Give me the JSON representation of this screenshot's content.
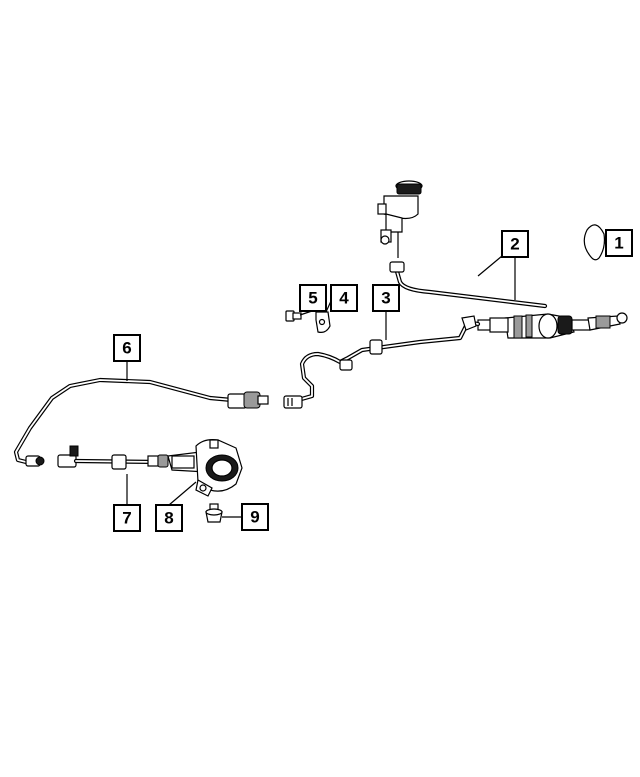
{
  "diagram": {
    "callouts": [
      {
        "number": "1",
        "part": "grease-packet"
      },
      {
        "number": "2",
        "part": "clutch-master-cylinder"
      },
      {
        "number": "3",
        "part": "hydraulic-line-primary"
      },
      {
        "number": "4",
        "part": "bracket"
      },
      {
        "number": "5",
        "part": "bolt"
      },
      {
        "number": "6",
        "part": "hydraulic-line-secondary"
      },
      {
        "number": "7",
        "part": "bleeder-line"
      },
      {
        "number": "8",
        "part": "slave-cylinder"
      },
      {
        "number": "9",
        "part": "bolt"
      }
    ]
  }
}
